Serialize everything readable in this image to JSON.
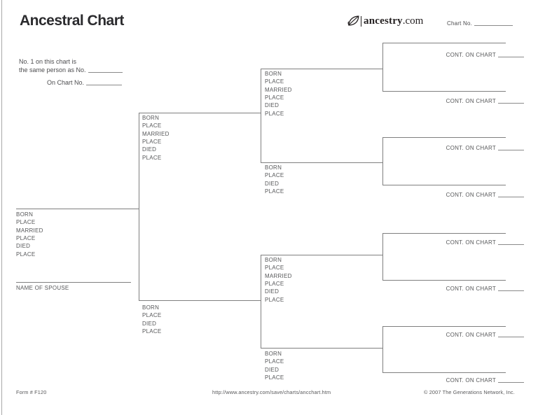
{
  "page": {
    "title": "Ancestral Chart",
    "header": {
      "brand": {
        "icon": "leaf-icon",
        "name": "ancestry",
        "tld": ".com"
      },
      "chart_no_label": "Chart No."
    },
    "form_note": {
      "line1": "No. 1 on this chart is",
      "line2_prefix": "the same person as No.",
      "line3_prefix": "On Chart No."
    },
    "footer": {
      "form_number": "Form # F120",
      "url": "http://www.ancestry.com/save/charts/ancchart.htm",
      "copyright": "© 2007 The Generations Network, Inc."
    }
  },
  "chart": {
    "cont_label": "CONT. ON CHART",
    "spouse_label": "NAME OF SPOUSE",
    "persons": {
      "person1": {
        "fields": [
          "BORN",
          "PLACE",
          "MARRIED",
          "PLACE",
          "DIED",
          "PLACE"
        ]
      },
      "father": {
        "fields": [
          "BORN",
          "PLACE",
          "MARRIED",
          "PLACE",
          "DIED",
          "PLACE"
        ]
      },
      "mother": {
        "fields": [
          "BORN",
          "PLACE",
          "DIED",
          "PLACE"
        ]
      },
      "paternal_grandfather": {
        "fields": [
          "BORN",
          "PLACE",
          "MARRIED",
          "PLACE",
          "DIED",
          "PLACE"
        ]
      },
      "paternal_grandmother": {
        "fields": [
          "BORN",
          "PLACE",
          "DIED",
          "PLACE"
        ]
      },
      "maternal_grandfather": {
        "fields": [
          "BORN",
          "PLACE",
          "MARRIED",
          "PLACE",
          "DIED",
          "PLACE"
        ]
      },
      "maternal_grandmother": {
        "fields": [
          "BORN",
          "PLACE",
          "DIED",
          "PLACE"
        ]
      }
    },
    "blanks": {
      "chart_no": "",
      "same_person_no": "",
      "on_chart_no": "",
      "cont_chart_nos": [
        "",
        "",
        "",
        "",
        "",
        "",
        "",
        ""
      ]
    }
  },
  "colors": {
    "line": "#7f7f7f",
    "label": "#57585a",
    "title": "#2b2b2e",
    "logo": "#231f20",
    "muted": "#4d4d4f",
    "footer": "#58585a",
    "blank": "#8a8a8a"
  }
}
